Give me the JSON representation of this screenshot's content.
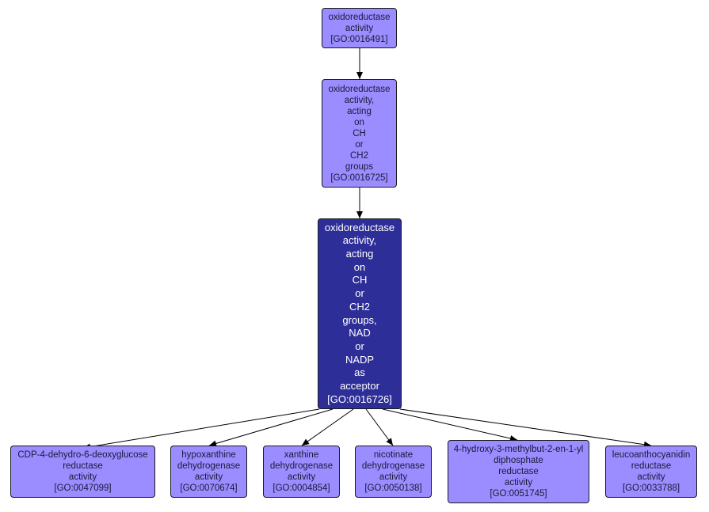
{
  "diagram": {
    "type": "GO term hierarchy",
    "colors": {
      "node_fill": "#9b8cff",
      "focus_fill": "#2e2e99",
      "edge": "#000000"
    },
    "nodes": [
      {
        "id": "n1",
        "lines": [
          "oxidoreductase",
          "activity",
          "[GO:0016491]"
        ]
      },
      {
        "id": "n2",
        "lines": [
          "oxidoreductase",
          "activity,",
          "acting",
          "on",
          "CH",
          "or",
          "CH2",
          "groups",
          "[GO:0016725]"
        ]
      },
      {
        "id": "n3",
        "focus": true,
        "lines": [
          "oxidoreductase",
          "activity,",
          "acting",
          "on",
          "CH",
          "or",
          "CH2",
          "groups,",
          "NAD",
          "or",
          "NADP",
          "as",
          "acceptor",
          "[GO:0016726]"
        ]
      },
      {
        "id": "c1",
        "lines": [
          "CDP-4-dehydro-6-deoxyglucose",
          "reductase",
          "activity",
          "[GO:0047099]"
        ]
      },
      {
        "id": "c2",
        "lines": [
          "hypoxanthine",
          "dehydrogenase",
          "activity",
          "[GO:0070674]"
        ]
      },
      {
        "id": "c3",
        "lines": [
          "xanthine",
          "dehydrogenase",
          "activity",
          "[GO:0004854]"
        ]
      },
      {
        "id": "c4",
        "lines": [
          "nicotinate",
          "dehydrogenase",
          "activity",
          "[GO:0050138]"
        ]
      },
      {
        "id": "c5",
        "lines": [
          "4-hydroxy-3-methylbut-2-en-1-yl",
          "diphosphate",
          "reductase",
          "activity",
          "[GO:0051745]"
        ]
      },
      {
        "id": "c6",
        "lines": [
          "leucoanthocyanidin",
          "reductase",
          "activity",
          "[GO:0033788]"
        ]
      }
    ],
    "edges": [
      {
        "from": "n1",
        "to": "n2"
      },
      {
        "from": "n2",
        "to": "n3"
      },
      {
        "from": "n3",
        "to": "c1"
      },
      {
        "from": "n3",
        "to": "c2"
      },
      {
        "from": "n3",
        "to": "c3"
      },
      {
        "from": "n3",
        "to": "c4"
      },
      {
        "from": "n3",
        "to": "c5"
      },
      {
        "from": "n3",
        "to": "c6"
      }
    ]
  }
}
